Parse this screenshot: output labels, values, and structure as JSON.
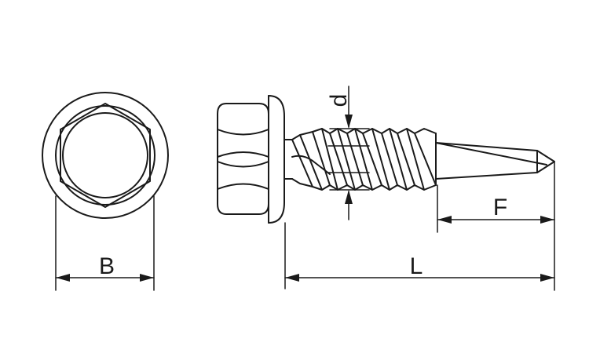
{
  "dimensions": {
    "B": "B",
    "L": "L",
    "F": "F",
    "d": "d"
  }
}
